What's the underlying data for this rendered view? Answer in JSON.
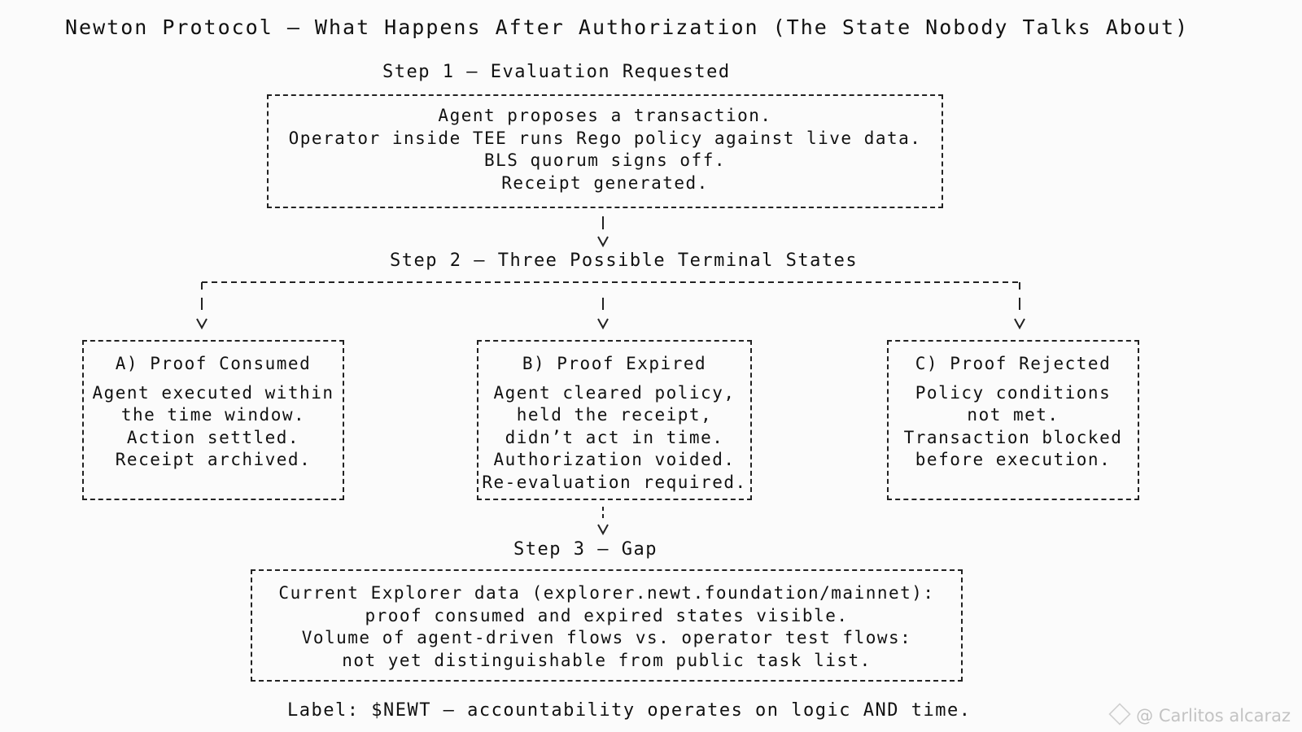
{
  "title": "Newton Protocol — What Happens After Authorization (The State Nobody Talks About)",
  "step1": {
    "heading": "Step 1 — Evaluation Requested",
    "lines": [
      "Agent proposes a transaction.",
      "Operator inside TEE runs Rego policy against live data.",
      "BLS quorum signs off.",
      "Receipt generated."
    ]
  },
  "step2": {
    "heading": "Step 2 — Three Possible Terminal States",
    "states": [
      {
        "title": "A) Proof Consumed",
        "lines": [
          "Agent executed within",
          "the time window.",
          "Action settled.",
          "Receipt archived."
        ]
      },
      {
        "title": "B) Proof Expired",
        "lines": [
          "Agent cleared policy,",
          "held the receipt,",
          "didn’t act in time.",
          "Authorization voided.",
          "Re-evaluation required."
        ]
      },
      {
        "title": "C) Proof Rejected",
        "lines": [
          "Policy conditions",
          "not met.",
          "Transaction blocked",
          "before execution."
        ]
      }
    ]
  },
  "step3": {
    "heading": "Step 3 — Gap",
    "lines": [
      "Current Explorer data (explorer.newt.foundation/mainnet):",
      "proof consumed and expired states visible.",
      "Volume of agent-driven flows vs. operator test flows:",
      "not yet distinguishable from public task list."
    ]
  },
  "label": "Label: $NEWT — accountability operates on logic AND time.",
  "watermark": "@ Carlitos alcaraz"
}
